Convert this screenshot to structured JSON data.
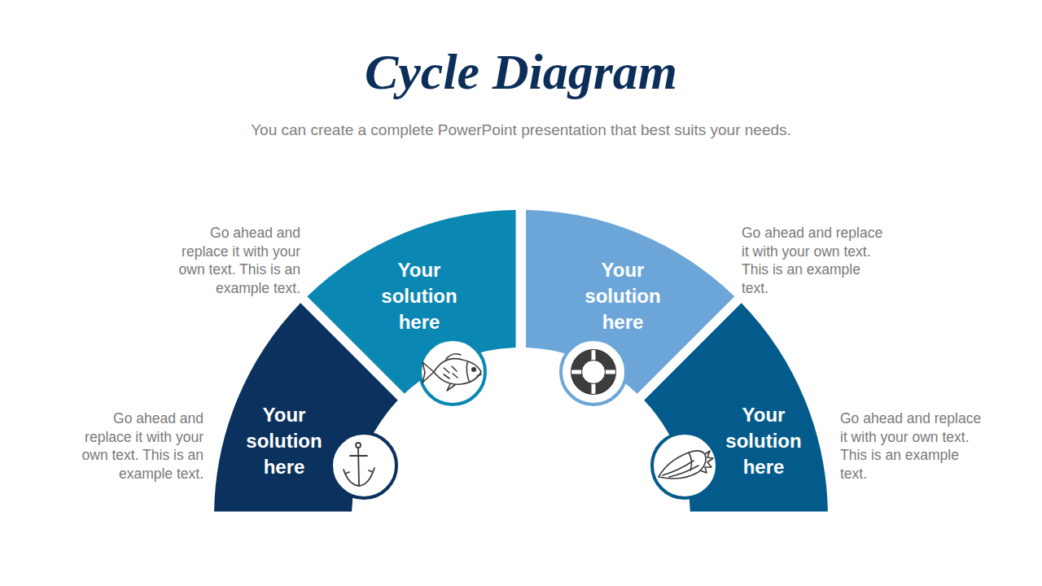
{
  "diagram": {
    "title": "Cycle Diagram",
    "caption": "You can create a complete PowerPoint presentation that best suits your needs.",
    "nodes": [
      {
        "text": [
          "Your solution here"
        ]
      },
      {
        "text": [
          "Your solution here"
        ]
      },
      {
        "text": [
          "Your solution here"
        ]
      },
      {
        "text": [
          "Your solution here"
        ]
      }
    ],
    "labels": [
      "Go ahead and replace it with your own text. This is an example text.",
      "Go ahead and replace it with your own text. This is an example text.",
      "Go ahead and replace it with your own text. This is an example text.",
      "Go ahead and replace it with your own text. This is an example text."
    ]
  }
}
